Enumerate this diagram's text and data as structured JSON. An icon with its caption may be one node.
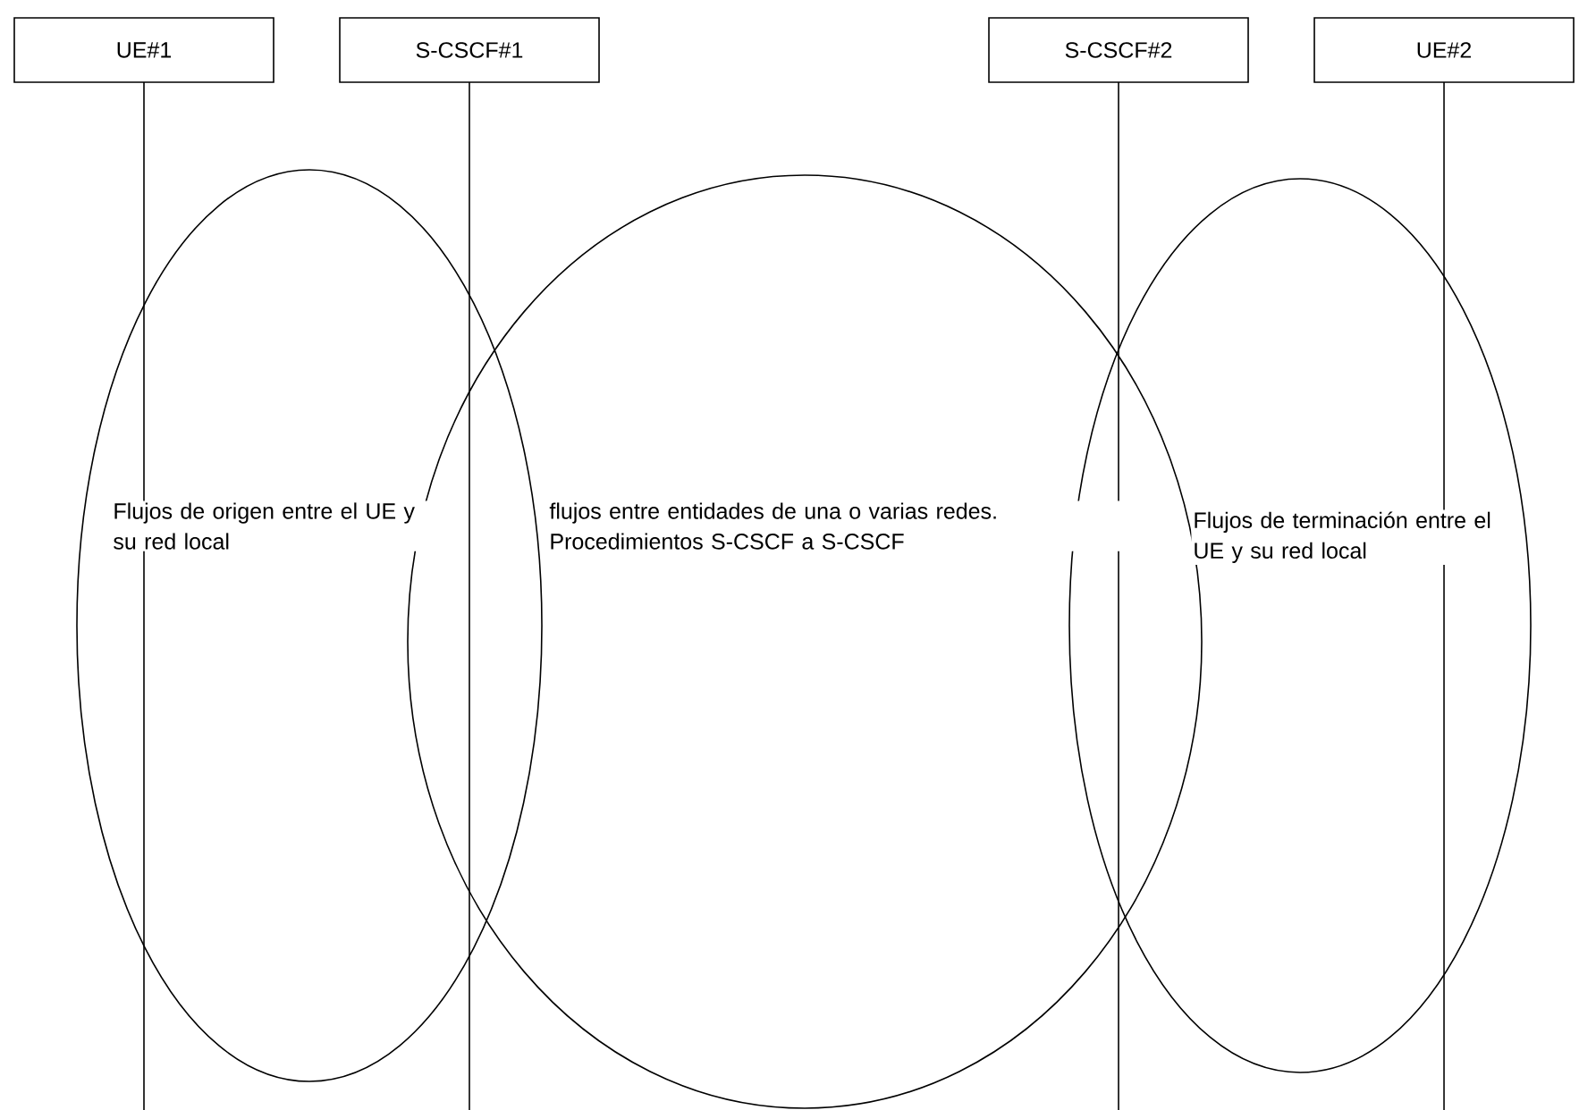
{
  "diagram": {
    "nodes": [
      {
        "text": [
          "UE#1"
        ]
      },
      {
        "text": [
          "S-CSCF#1"
        ]
      },
      {
        "text": [
          "S-CSCF#2"
        ]
      },
      {
        "text": [
          "UE#2"
        ]
      },
      {
        "text": [
          "Flujos de origen entre el UE y su red local"
        ]
      },
      {
        "text": [
          "flujos entre entidades de una o varias redes. Procedimientos S-CSCF a S-CSCF"
        ]
      },
      {
        "text": [
          "Flujos de terminación entre el UE y su red local"
        ]
      }
    ]
  }
}
